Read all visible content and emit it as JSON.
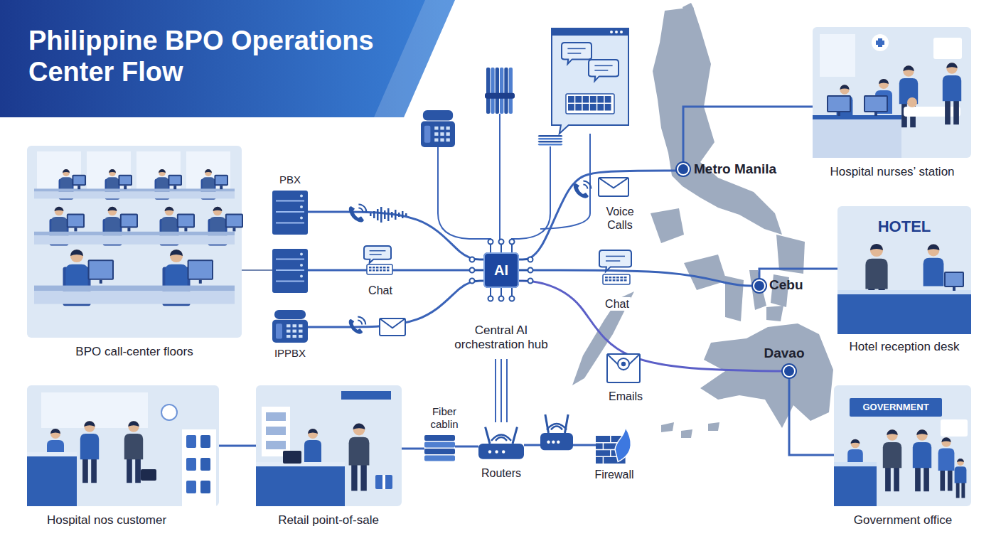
{
  "diagram": {
    "title": "Philippine BPO Operations Center Flow",
    "nodes": [
      {
        "text": [
          "BPO call-center floors"
        ]
      },
      {
        "text": [
          "PBX"
        ]
      },
      {
        "text": [
          "IPPBX"
        ]
      },
      {
        "text": [
          "AI",
          "Central AI orchestration hub"
        ]
      },
      {
        "text": [
          "Metro Manila"
        ]
      },
      {
        "text": [
          "Hospital nurses’ station"
        ]
      },
      {
        "text": [
          "Cebu"
        ]
      },
      {
        "text": [
          "Hotel reception desk"
        ]
      },
      {
        "text": [
          "Davao"
        ]
      },
      {
        "text": [
          "Government office"
        ]
      },
      {
        "text": [
          "Hospital nos customer"
        ]
      },
      {
        "text": [
          "Retail point-of-sale"
        ]
      },
      {
        "text": [
          "Fiber cablin"
        ]
      },
      {
        "text": [
          "Routers"
        ]
      },
      {
        "text": [
          "Firewall"
        ]
      }
    ],
    "edges": [
      {
        "from": 1,
        "to": 3,
        "arrow": "none"
      },
      {
        "from": 2,
        "to": 3,
        "arrow": "none"
      },
      {
        "from": 3,
        "to": 4,
        "label": "Voice Calls",
        "arrow": "none"
      },
      {
        "from": 3,
        "to": 6,
        "label": "Chat",
        "arrow": "none"
      },
      {
        "from": 3,
        "to": 8,
        "label": "Emails",
        "arrow": "none"
      },
      {
        "from": 4,
        "to": 5,
        "arrow": "none"
      },
      {
        "from": 6,
        "to": 7,
        "arrow": "none"
      },
      {
        "from": 8,
        "to": 9,
        "arrow": "none"
      },
      {
        "from": 10,
        "to": 11,
        "arrow": "none"
      },
      {
        "from": 11,
        "to": 12,
        "arrow": "none"
      },
      {
        "from": 12,
        "to": 13,
        "arrow": "none"
      },
      {
        "from": 13,
        "to": 14,
        "arrow": "none"
      }
    ],
    "labels": [
      "Chat",
      "HOTEL",
      "GOVERNMENT"
    ]
  }
}
